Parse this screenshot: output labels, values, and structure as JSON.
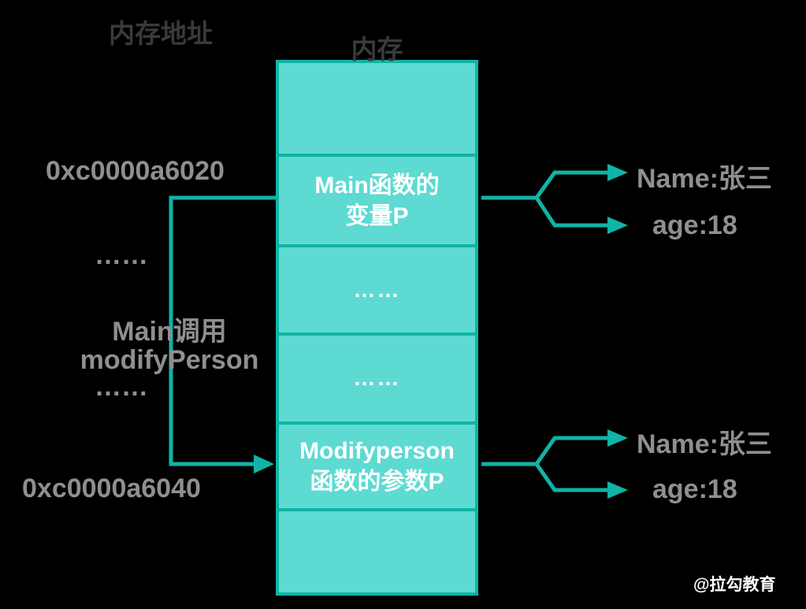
{
  "colors": {
    "background": "#000000",
    "memory_fill": "#5DDAD2",
    "memory_border": "#10B3A6",
    "connector_line": "#10B3A6",
    "gray_text": "#8F8F8F",
    "title_text": "#3A3A3A",
    "cell_text": "#FFFFFF",
    "watermark_text": "#FFFFFF"
  },
  "titles": {
    "memory_address": "内存地址",
    "memory": "内存"
  },
  "memory": {
    "cells": [
      {
        "lines": []
      },
      {
        "lines": [
          "Main函数的",
          "变量P"
        ]
      },
      {
        "lines": [
          "……"
        ]
      },
      {
        "lines": [
          "……"
        ]
      },
      {
        "lines": [
          "Modifyperson",
          "函数的参数P"
        ]
      },
      {
        "lines": []
      }
    ]
  },
  "left_labels": {
    "address_top": "0xc0000a6020",
    "dots_top": "……",
    "call_line_1": "Main调用",
    "call_line_2": "modifyPerson",
    "dots_bottom": "……",
    "address_bottom": "0xc0000a6040"
  },
  "right_labels": {
    "top_name": "Name:张三",
    "top_age": "age:18",
    "bottom_name": "Name:张三",
    "bottom_age": "age:18"
  },
  "watermark": "@拉勾教育"
}
